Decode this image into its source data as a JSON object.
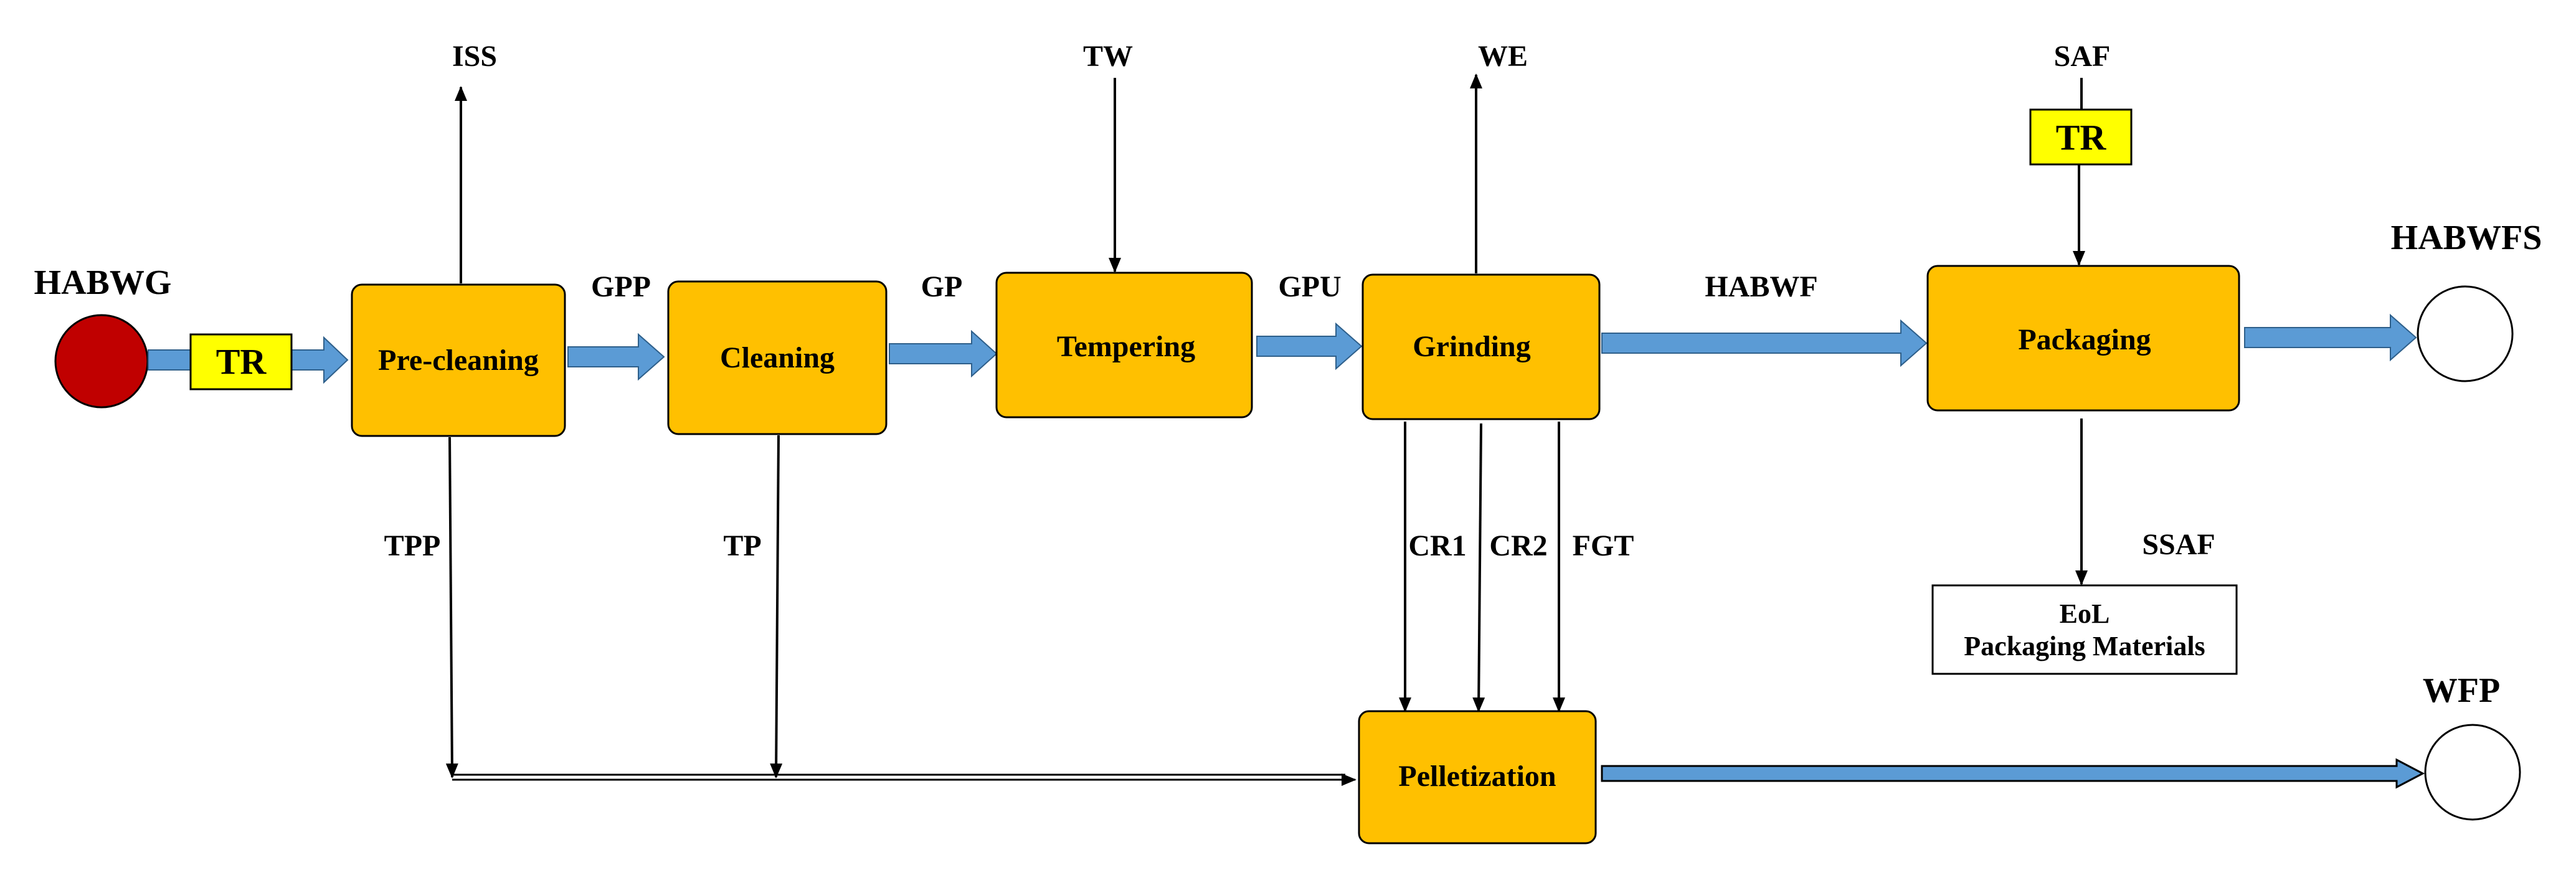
{
  "colors": {
    "process_fill": "#FFC000",
    "tr_fill": "#FFFF00",
    "source_node": "#C00000",
    "flow_arrow": "#5B9BD5",
    "line": "#000000"
  },
  "nodes": {
    "source_label": "HABWG",
    "product_label": "HABWFS",
    "waste_product_label": "WFP"
  },
  "transport": {
    "tr1": "TR",
    "tr2": "TR"
  },
  "processes": {
    "precleaning": "Pre-cleaning",
    "cleaning": "Cleaning",
    "tempering": "Tempering",
    "grinding": "Grinding",
    "packaging": "Packaging",
    "pelletization": "Pelletization"
  },
  "eol_box": {
    "line1": "EoL",
    "line2": "Packaging Materials"
  },
  "flows": {
    "gpp": "GPP",
    "gp": "GP",
    "gpu": "GPU",
    "habwf": "HABWF",
    "iss": "ISS",
    "tw": "TW",
    "we": "WE",
    "saf": "SAF",
    "tpp": "TPP",
    "tp": "TP",
    "cr1": "CR1",
    "cr2": "CR2",
    "fgt": "FGT",
    "ssaf": "SSAF"
  }
}
